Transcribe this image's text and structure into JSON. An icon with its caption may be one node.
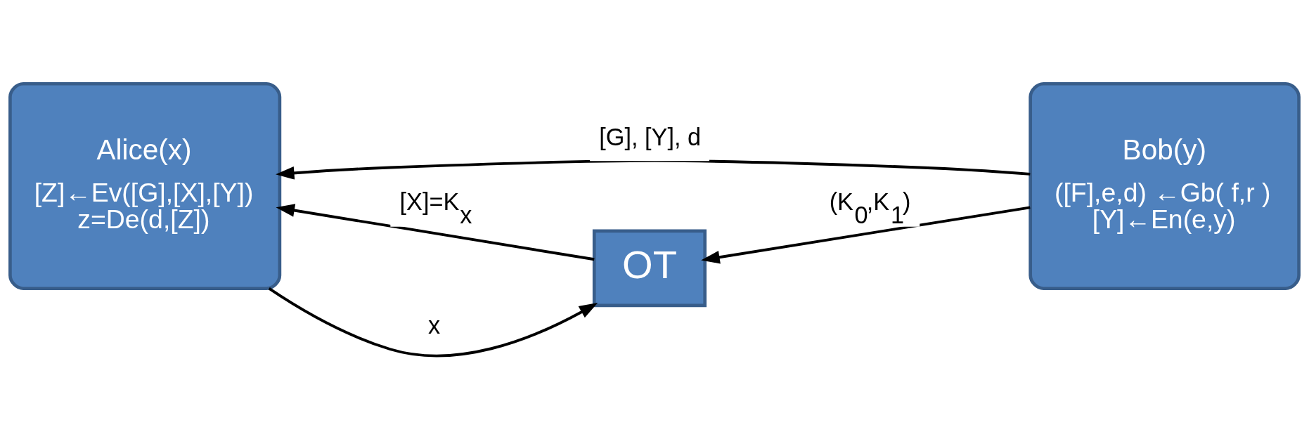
{
  "diagram": {
    "nodes": [
      {
        "text": [
          "Alice(x)",
          "[Z]←Ev([G],[X],[Y])",
          "z=De(d,[Z])"
        ]
      },
      {
        "text": [
          "OT"
        ]
      },
      {
        "text": [
          "Bob(y)",
          "([F],e,d) ←Gb( f,r )",
          "[Y]←En(e,y)"
        ]
      }
    ],
    "edges": [
      {
        "from": 0,
        "to": 1,
        "arrow": "to",
        "label": "x"
      },
      {
        "from": 1,
        "to": 0,
        "arrow": "to",
        "label": "[X]=K$_{x}$"
      },
      {
        "from": 2,
        "to": 1,
        "arrow": "to",
        "label": "(K$_{0}$,K$_{1}$)"
      },
      {
        "from": 2,
        "to": 0,
        "arrow": "to",
        "label": "[G], [Y], d"
      }
    ]
  }
}
